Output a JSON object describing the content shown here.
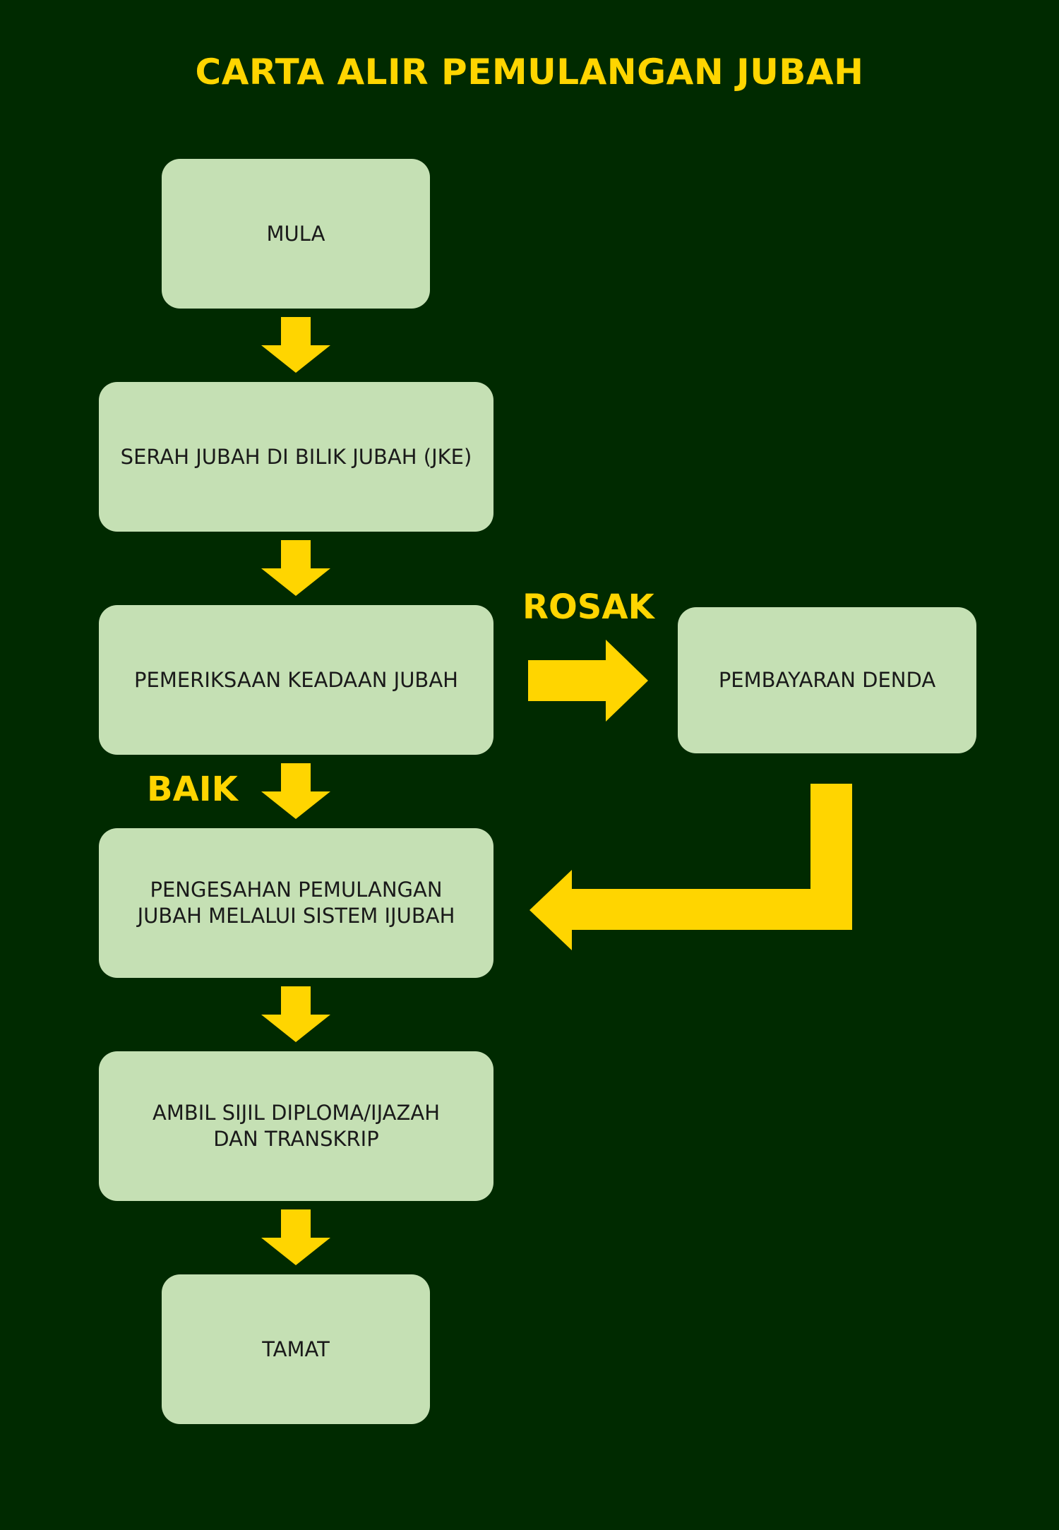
{
  "title": "CARTA ALIR PEMULANGAN JUBAH",
  "colors": {
    "background": "#002a00",
    "box_fill": "#c5e0b4",
    "arrow": "#ffd500",
    "text": "#1a1a1a"
  },
  "steps": {
    "mula": "MULA",
    "serah": "SERAH JUBAH DI BILIK JUBAH (JKE)",
    "pemeriksaan": "PEMERIKSAAN KEADAAN JUBAH",
    "pembayaran": "PEMBAYARAN DENDA",
    "pengesahan": "PENGESAHAN PEMULANGAN JUBAH MELALUI SISTEM IJUBAH",
    "ambil": "AMBIL SIJIL DIPLOMA/IJAZAH DAN TRANSKRIP",
    "tamat": "TAMAT"
  },
  "branch_labels": {
    "rosak": "ROSAK",
    "baik": "BAIK"
  }
}
